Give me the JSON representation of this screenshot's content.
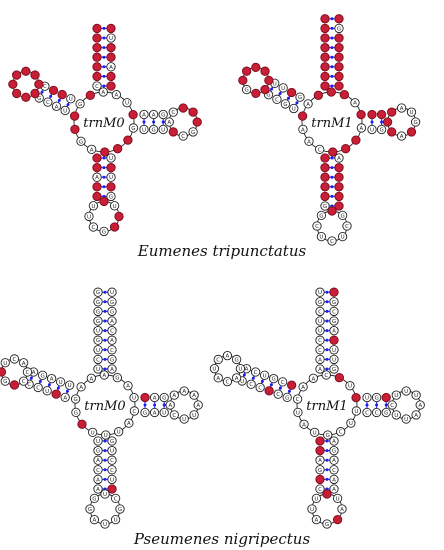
{
  "colors": {
    "paired_base": "#c81e36",
    "open_base": "#ffffff",
    "bond": "#3b3bff",
    "bond_dot": "#1d1df0"
  },
  "panels": [
    {
      "species": "Eumenes tripunctatus",
      "structures": [
        {
          "name": "trnM0"
        },
        {
          "name": "trnM1"
        }
      ]
    },
    {
      "species": "Pseumenes nigripectus",
      "structures": [
        {
          "name": "trnM0"
        },
        {
          "name": "trnM1"
        }
      ]
    }
  ]
}
